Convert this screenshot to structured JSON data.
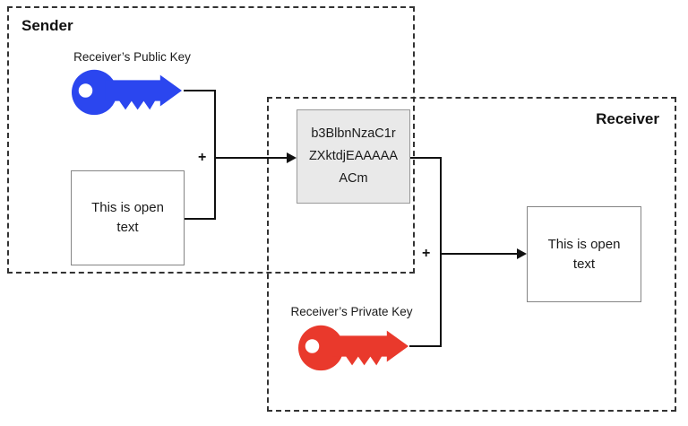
{
  "diagram": {
    "sender_box": {
      "label": "Sender"
    },
    "receiver_box": {
      "label": "Receiver"
    },
    "public_key": {
      "label": "Receiver’s Public Key",
      "color": "#2b46ef"
    },
    "private_key": {
      "label": "Receiver’s Private Key",
      "color": "#e9392c"
    },
    "sender_plaintext": {
      "text": "This is open text"
    },
    "receiver_plaintext": {
      "text": "This is open text"
    },
    "ciphertext": {
      "lines": [
        "b3BlbnNzaC1r",
        "ZXktdjEAAAAA",
        "ACm"
      ]
    },
    "combine_operator": "+",
    "colors": {
      "line": "#111111",
      "dashed_border": "#333333",
      "cipher_fill": "#e9e9e9",
      "box_border": "#848484"
    }
  }
}
